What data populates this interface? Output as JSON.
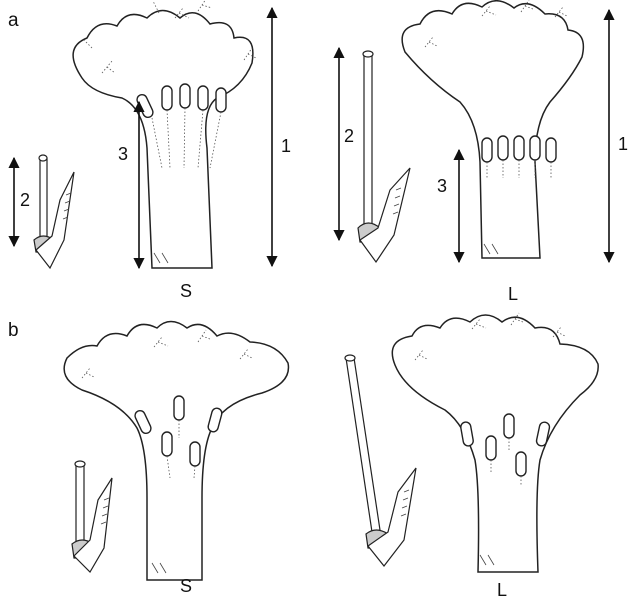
{
  "panels": [
    {
      "letter": "a",
      "morphs": [
        "S",
        "L"
      ]
    },
    {
      "letter": "b",
      "morphs": [
        "S",
        "L"
      ]
    }
  ],
  "dimension_labels": {
    "corolla_length": "1",
    "style_length": "2",
    "anther_height": "3"
  }
}
